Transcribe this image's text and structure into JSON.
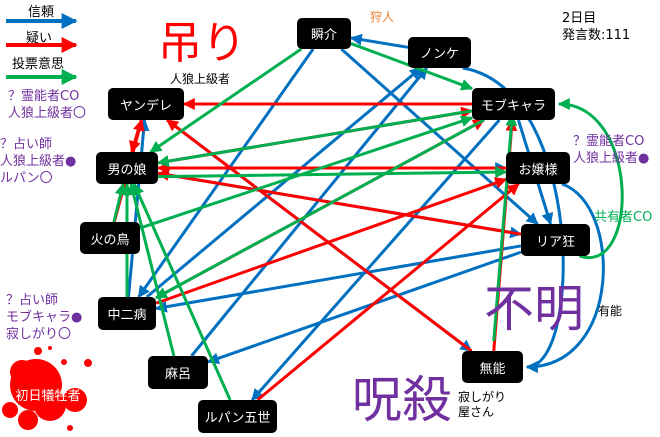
{
  "legend": [
    {
      "label": "信頼",
      "color": "#0070c0"
    },
    {
      "label": "疑い",
      "color": "#ff0000"
    },
    {
      "label": "投票意思",
      "color": "#00b050"
    }
  ],
  "info": {
    "day": "2日目",
    "count": "発言数:111"
  },
  "stamps": {
    "hang": "吊り",
    "hang_note": "人狼上級者",
    "unknown": "不明",
    "unknown_note": "有能",
    "curse": "呪殺",
    "curse_note_1": "寂しがり",
    "curse_note_2": "屋さん"
  },
  "nodes": {
    "shunsuke": "瞬介",
    "nonke": "ノンケ",
    "mob": "モブキャラ",
    "ojou": "お嬢様",
    "riaku": "リア狂",
    "munou": "無能",
    "yandere": "ヤンデレ",
    "otoko": "男の娘",
    "hinotori": "火の鳥",
    "chuni": "中二病",
    "maro": "麻呂",
    "lupin": "ルパン五世",
    "victim": "初日犠牲者"
  },
  "annotations": {
    "hunter": "狩人",
    "yandere_1": "？霊能者CO",
    "yandere_2": "人狼上級者〇",
    "otoko_1": "？占い師",
    "otoko_2": "人狼上級者●",
    "otoko_3": "ルパン〇",
    "mob_1": "？霊能者CO",
    "mob_2": "人狼上級者●",
    "riaku": "共有者CO",
    "chuni_1": "？占い師",
    "chuni_2": "モブキャラ●",
    "chuni_3": "寂しがり〇"
  },
  "colors": {
    "trust": "#0070c0",
    "doubt": "#ff0000",
    "vote": "#00b050",
    "purple": "#7030a0"
  },
  "edges": [
    {
      "from": "nonke",
      "to": "shunsuke",
      "type": "trust"
    },
    {
      "from": "nonke",
      "to": "munou",
      "type": "trust",
      "curve": true
    },
    {
      "from": "ojou",
      "to": "munou",
      "type": "trust",
      "curve": true
    },
    {
      "from": "mob",
      "to": "riaku",
      "type": "trust"
    },
    {
      "from": "shunsuke",
      "to": "riaku",
      "type": "trust"
    },
    {
      "from": "shunsuke",
      "to": "chuni",
      "type": "trust"
    },
    {
      "from": "otoko",
      "to": "riaku",
      "type": "trust"
    },
    {
      "from": "otoko",
      "to": "ojou",
      "type": "trust"
    },
    {
      "from": "chuni",
      "to": "yandere",
      "type": "trust"
    },
    {
      "from": "maro",
      "to": "nonke",
      "type": "trust"
    },
    {
      "from": "chuni",
      "to": "nonke",
      "type": "trust"
    },
    {
      "from": "riaku",
      "to": "chuni",
      "type": "trust"
    },
    {
      "from": "riaku",
      "to": "maro",
      "type": "trust"
    },
    {
      "from": "yandere",
      "to": "munou",
      "type": "trust"
    },
    {
      "from": "mob",
      "to": "lupin",
      "type": "trust"
    },
    {
      "from": "mob",
      "to": "yandere",
      "type": "doubt"
    },
    {
      "from": "yandere",
      "to": "otoko",
      "type": "doubt"
    },
    {
      "from": "chuni",
      "to": "mob",
      "type": "doubt"
    },
    {
      "from": "hinotori",
      "to": "yandere",
      "type": "doubt"
    },
    {
      "from": "ojou",
      "to": "otoko",
      "type": "doubt"
    },
    {
      "from": "lupin",
      "to": "ojou",
      "type": "doubt"
    },
    {
      "from": "munou",
      "to": "yandere",
      "type": "doubt"
    },
    {
      "from": "chuni",
      "to": "ojou",
      "type": "doubt"
    },
    {
      "from": "riaku",
      "to": "otoko",
      "type": "doubt"
    },
    {
      "from": "munou",
      "to": "mob",
      "type": "doubt"
    },
    {
      "from": "otoko",
      "to": "mob",
      "type": "doubt"
    },
    {
      "from": "shunsuke",
      "to": "mob",
      "type": "vote"
    },
    {
      "from": "shunsuke",
      "to": "otoko",
      "type": "vote"
    },
    {
      "from": "mob",
      "to": "otoko",
      "type": "vote"
    },
    {
      "from": "mob",
      "to": "chuni",
      "type": "vote"
    },
    {
      "from": "otoko",
      "to": "ojou",
      "type": "vote",
      "offset": 8
    },
    {
      "from": "hinotori",
      "to": "otoko",
      "type": "vote"
    },
    {
      "from": "munou",
      "to": "mob",
      "type": "vote",
      "offset": -10
    },
    {
      "from": "riaku",
      "to": "mob",
      "type": "vote",
      "curve": true
    },
    {
      "from": "maro",
      "to": "otoko",
      "type": "vote"
    },
    {
      "from": "lupin",
      "to": "otoko",
      "type": "vote"
    },
    {
      "from": "chuni",
      "to": "otoko",
      "type": "vote"
    },
    {
      "from": "hinotori",
      "to": "mob",
      "type": "vote"
    }
  ]
}
